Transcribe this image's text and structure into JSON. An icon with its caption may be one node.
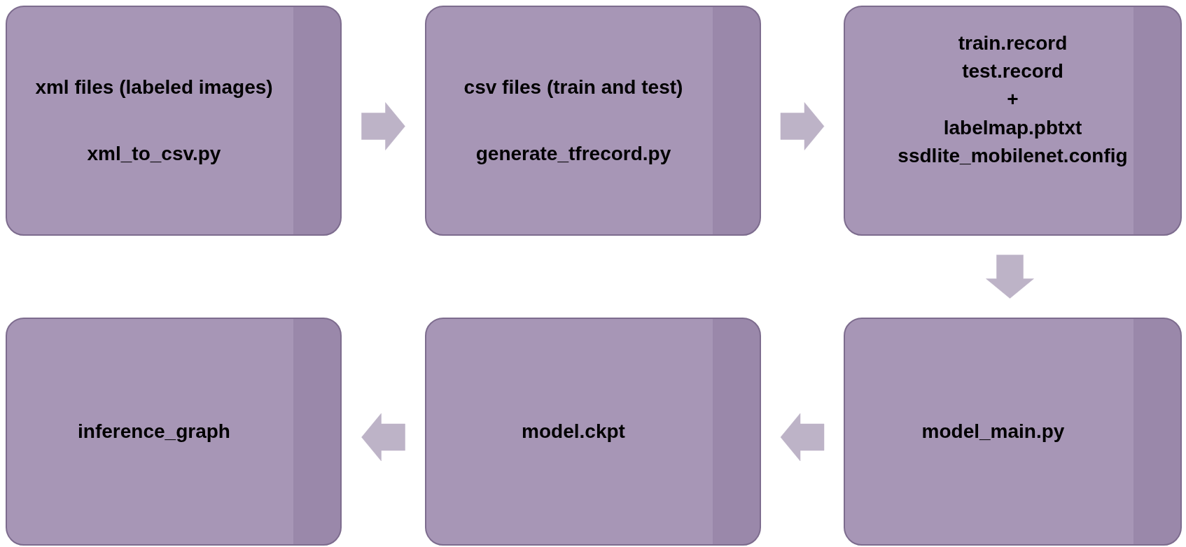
{
  "diagram": {
    "nodes": [
      {
        "text": [
          "xml files (labeled images)",
          "xml_to_csv.py"
        ]
      },
      {
        "text": [
          "csv files (train and test)",
          "generate_tfrecord.py"
        ]
      },
      {
        "text": [
          "train.record",
          "test.record",
          "+",
          "labelmap.pbtxt",
          "ssdlite_mobilenet.config"
        ]
      },
      {
        "text": [
          "inference_graph"
        ]
      },
      {
        "text": [
          "model.ckpt"
        ]
      },
      {
        "text": [
          "model_main.py"
        ]
      }
    ],
    "edges": [
      {
        "from": 0,
        "to": 1,
        "arrow": "to"
      },
      {
        "from": 1,
        "to": 2,
        "arrow": "to"
      },
      {
        "from": 2,
        "to": 5,
        "arrow": "to"
      },
      {
        "from": 5,
        "to": 4,
        "arrow": "to"
      },
      {
        "from": 4,
        "to": 3,
        "arrow": "to"
      }
    ]
  }
}
